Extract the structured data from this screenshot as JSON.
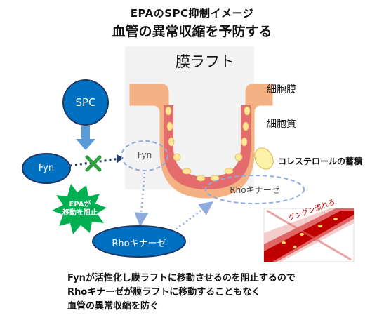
{
  "title": {
    "line1": "EPAのSPC抑制イメージ",
    "line2": "血管の異常収縮を予防する"
  },
  "membrane": {
    "raft_label": "膜ラフト",
    "cell_membrane_label": "細胞膜",
    "cytoplasm_label": "細胞質",
    "cholesterol_label": "コレステロールの蓄積"
  },
  "nodes": {
    "spc": "SPC",
    "fyn_active": "Fyn",
    "fyn_raft": "Fyn",
    "rho_kinase_raft": "Rhoキナーゼ",
    "rho_kinase_active": "Rhoキナーゼ"
  },
  "epa_starburst": {
    "line1": "EPAが",
    "line2": "移動を阻止"
  },
  "vessel": {
    "label": "グングン流れる"
  },
  "caption": {
    "line1": "Fynが活性化し膜ラフトに移動させるのを阻止するので",
    "line2": "Rhoキナーゼが膜ラフトに移動することもなく",
    "line3": "血管の異常収縮を防ぐ"
  },
  "colors": {
    "blue_node_fill": "#0070c0",
    "blue_node_stroke": "#1f3864",
    "dashed_stroke": "#8faadc",
    "arrow_fill": "#5b9bd5",
    "x_mark": "#2e9e3e",
    "starburst": "#00b050",
    "membrane_outer": "#f4b183",
    "membrane_inner": "#e46c6c",
    "vesicle": "#ffe699",
    "vessel_red": "#c00000"
  }
}
